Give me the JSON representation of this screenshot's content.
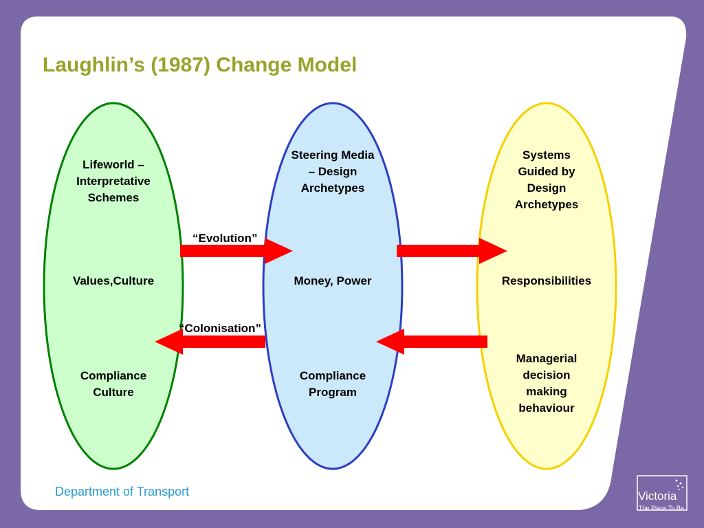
{
  "title": "Laughlin’s (1987) Change Model",
  "ellipses": {
    "lifeworld": {
      "top": "Lifeworld – Interpretative Schemes",
      "middle": "Values,Culture",
      "bottom": "Compliance Culture",
      "fill": "#ccffcc",
      "stroke": "#008000"
    },
    "steering": {
      "top": "Steering Media – Design Archetypes",
      "middle": "Money, Power",
      "bottom": "Compliance Program",
      "fill": "#cce8fb",
      "stroke": "#2c3ec4"
    },
    "systems": {
      "top": "Systems Guided by Design Archetypes",
      "middle": "Responsibilities",
      "bottom": "Managerial decision making behaviour",
      "fill": "#ffffcc",
      "stroke": "#f5d000"
    }
  },
  "arrows": {
    "evolution_label": "“Evolution”",
    "colonisation_label": "“Colonisation”",
    "color": "#ff0000"
  },
  "footer": {
    "organisation": "Department of Transport",
    "logo_word": "Victoria",
    "logo_tagline": "The Place To Be"
  },
  "colors": {
    "background": "#7b68a6",
    "slide": "#ffffff",
    "title": "#9aa22b",
    "footer_text": "#2a9ad6"
  }
}
